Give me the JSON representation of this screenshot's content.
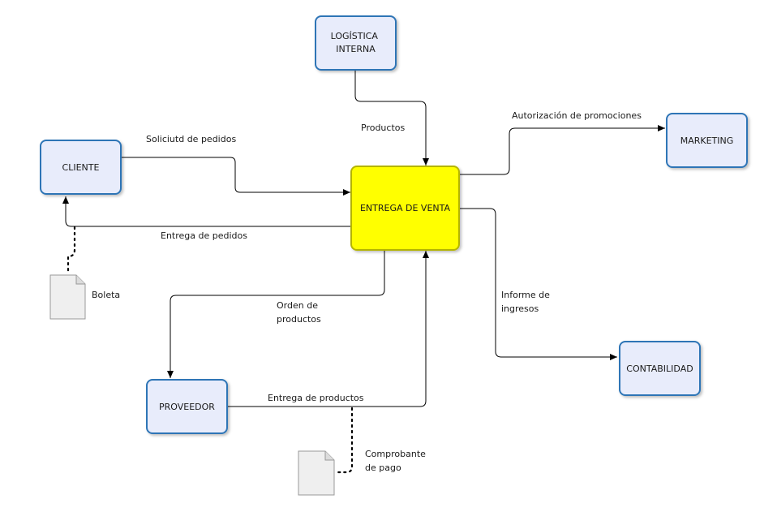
{
  "nodes": {
    "logistica": {
      "lines": [
        "LOGÍSTICA",
        "INTERNA"
      ]
    },
    "cliente": {
      "lines": [
        "CLIENTE"
      ]
    },
    "entrega": {
      "lines": [
        "ENTREGA DE VENTA"
      ]
    },
    "marketing": {
      "lines": [
        "MARKETING"
      ]
    },
    "proveedor": {
      "lines": [
        "PROVEEDOR"
      ]
    },
    "contabilidad": {
      "lines": [
        "CONTABILIDAD"
      ]
    }
  },
  "edges": {
    "productos": {
      "lines": [
        "Productos"
      ]
    },
    "solicitud": {
      "lines": [
        "Soliciutd de pedidos"
      ]
    },
    "entrega_pedidos": {
      "lines": [
        "Entrega de pedidos"
      ]
    },
    "promociones": {
      "lines": [
        "Autorización de promociones"
      ]
    },
    "informe": {
      "lines": [
        "Informe de",
        "ingresos"
      ]
    },
    "orden": {
      "lines": [
        "Orden de",
        "productos"
      ]
    },
    "entrega_productos": {
      "lines": [
        "Entrega de productos"
      ]
    }
  },
  "documents": {
    "boleta": {
      "lines": [
        "Boleta"
      ]
    },
    "comprobante": {
      "lines": [
        "Comprobante",
        "de pago"
      ]
    }
  },
  "colors": {
    "process_fill": "#ffff00",
    "process_stroke": "#b5b500",
    "entity_fill": "#e8ecfb",
    "entity_stroke": "#2e75b6",
    "doc_fill": "#efefef",
    "doc_stroke": "#999999",
    "line": "#000000"
  }
}
